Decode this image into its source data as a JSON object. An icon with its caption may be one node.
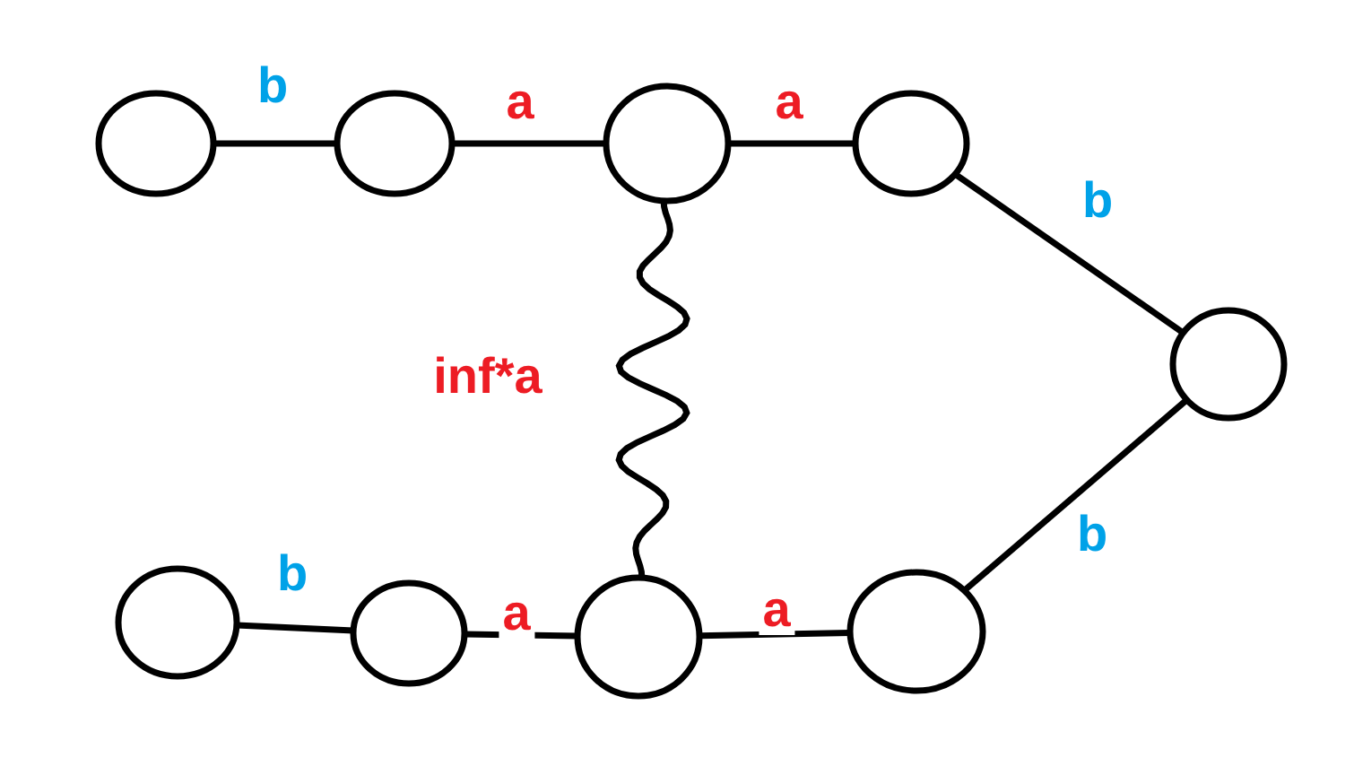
{
  "diagram": {
    "nodes": [
      {
        "text": [],
        "shape": "circle"
      },
      {
        "text": [],
        "shape": "circle"
      },
      {
        "text": [],
        "shape": "circle"
      },
      {
        "text": [],
        "shape": "circle"
      },
      {
        "text": [],
        "shape": "circle"
      },
      {
        "text": [],
        "shape": "circle"
      },
      {
        "text": [],
        "shape": "circle"
      },
      {
        "text": [],
        "shape": "circle"
      },
      {
        "text": [],
        "shape": "circle"
      }
    ],
    "edges": [
      {
        "from": 0,
        "to": 1,
        "arrow": "none",
        "label": "b"
      },
      {
        "from": 1,
        "to": 2,
        "arrow": "none",
        "label": "a"
      },
      {
        "from": 2,
        "to": 3,
        "arrow": "none",
        "label": "a"
      },
      {
        "from": 3,
        "to": 4,
        "arrow": "none",
        "label": "b"
      },
      {
        "from": 2,
        "to": 7,
        "arrow": "none",
        "label": "inf*a"
      },
      {
        "from": 5,
        "to": 6,
        "arrow": "none",
        "label": "b"
      },
      {
        "from": 6,
        "to": 7,
        "arrow": "none",
        "label": "a"
      },
      {
        "from": 7,
        "to": 8,
        "arrow": "none",
        "label": "a"
      },
      {
        "from": 8,
        "to": 4,
        "arrow": "none",
        "label": "b"
      }
    ]
  }
}
